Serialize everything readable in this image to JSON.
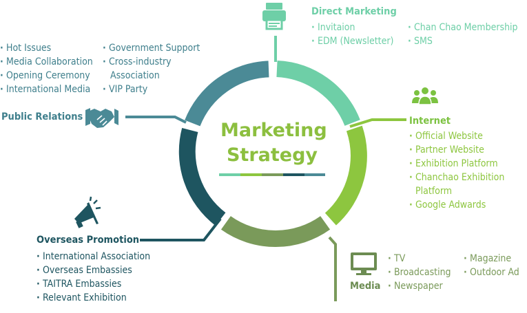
{
  "center": {
    "line1": "Marketing",
    "line2": "Strategy"
  },
  "colors": {
    "direct": "#6ecfa7",
    "internet": "#8dc63f",
    "media": "#7a9a5a",
    "overseas": "#1e5560",
    "pr": "#4b8a96",
    "text_dark": "#2a5a66",
    "icon_green": "#7cc241"
  },
  "direct_marketing": {
    "icon": "printer-icon",
    "title": "Direct Marketing",
    "items_left": [
      "Invitaion",
      "EDM (Newsletter)"
    ],
    "items_right": [
      "Chan Chao Membership",
      "SMS"
    ]
  },
  "internet": {
    "icon": "people-group-icon",
    "title": "Internet",
    "items": [
      "Official Website",
      "Partner Website",
      "Exhibition Platform",
      "Chanchao Exhibition",
      "Google Adwards"
    ],
    "item_continuation": "Platform"
  },
  "media": {
    "icon": "tv-icon",
    "title": "Media",
    "items_left": [
      "TV",
      "Broadcasting",
      "Newspaper"
    ],
    "items_right": [
      "Magazine",
      "Outdoor Ad"
    ]
  },
  "overseas_promotion": {
    "icon": "megaphone-icon",
    "title": "Overseas Promotion",
    "items": [
      "International Association",
      "Overseas Embassies",
      "TAITRA Embassies",
      "Relevant Exhibition"
    ]
  },
  "public_relations": {
    "icon": "handshake-icon",
    "title": "Public Relations",
    "items_left": [
      "Hot Issues",
      "Media Collaboration",
      "Opening Ceremony",
      "International Media"
    ],
    "items_right": [
      "Government Support",
      "Cross-industry",
      "Association",
      "VIP Party"
    ]
  }
}
